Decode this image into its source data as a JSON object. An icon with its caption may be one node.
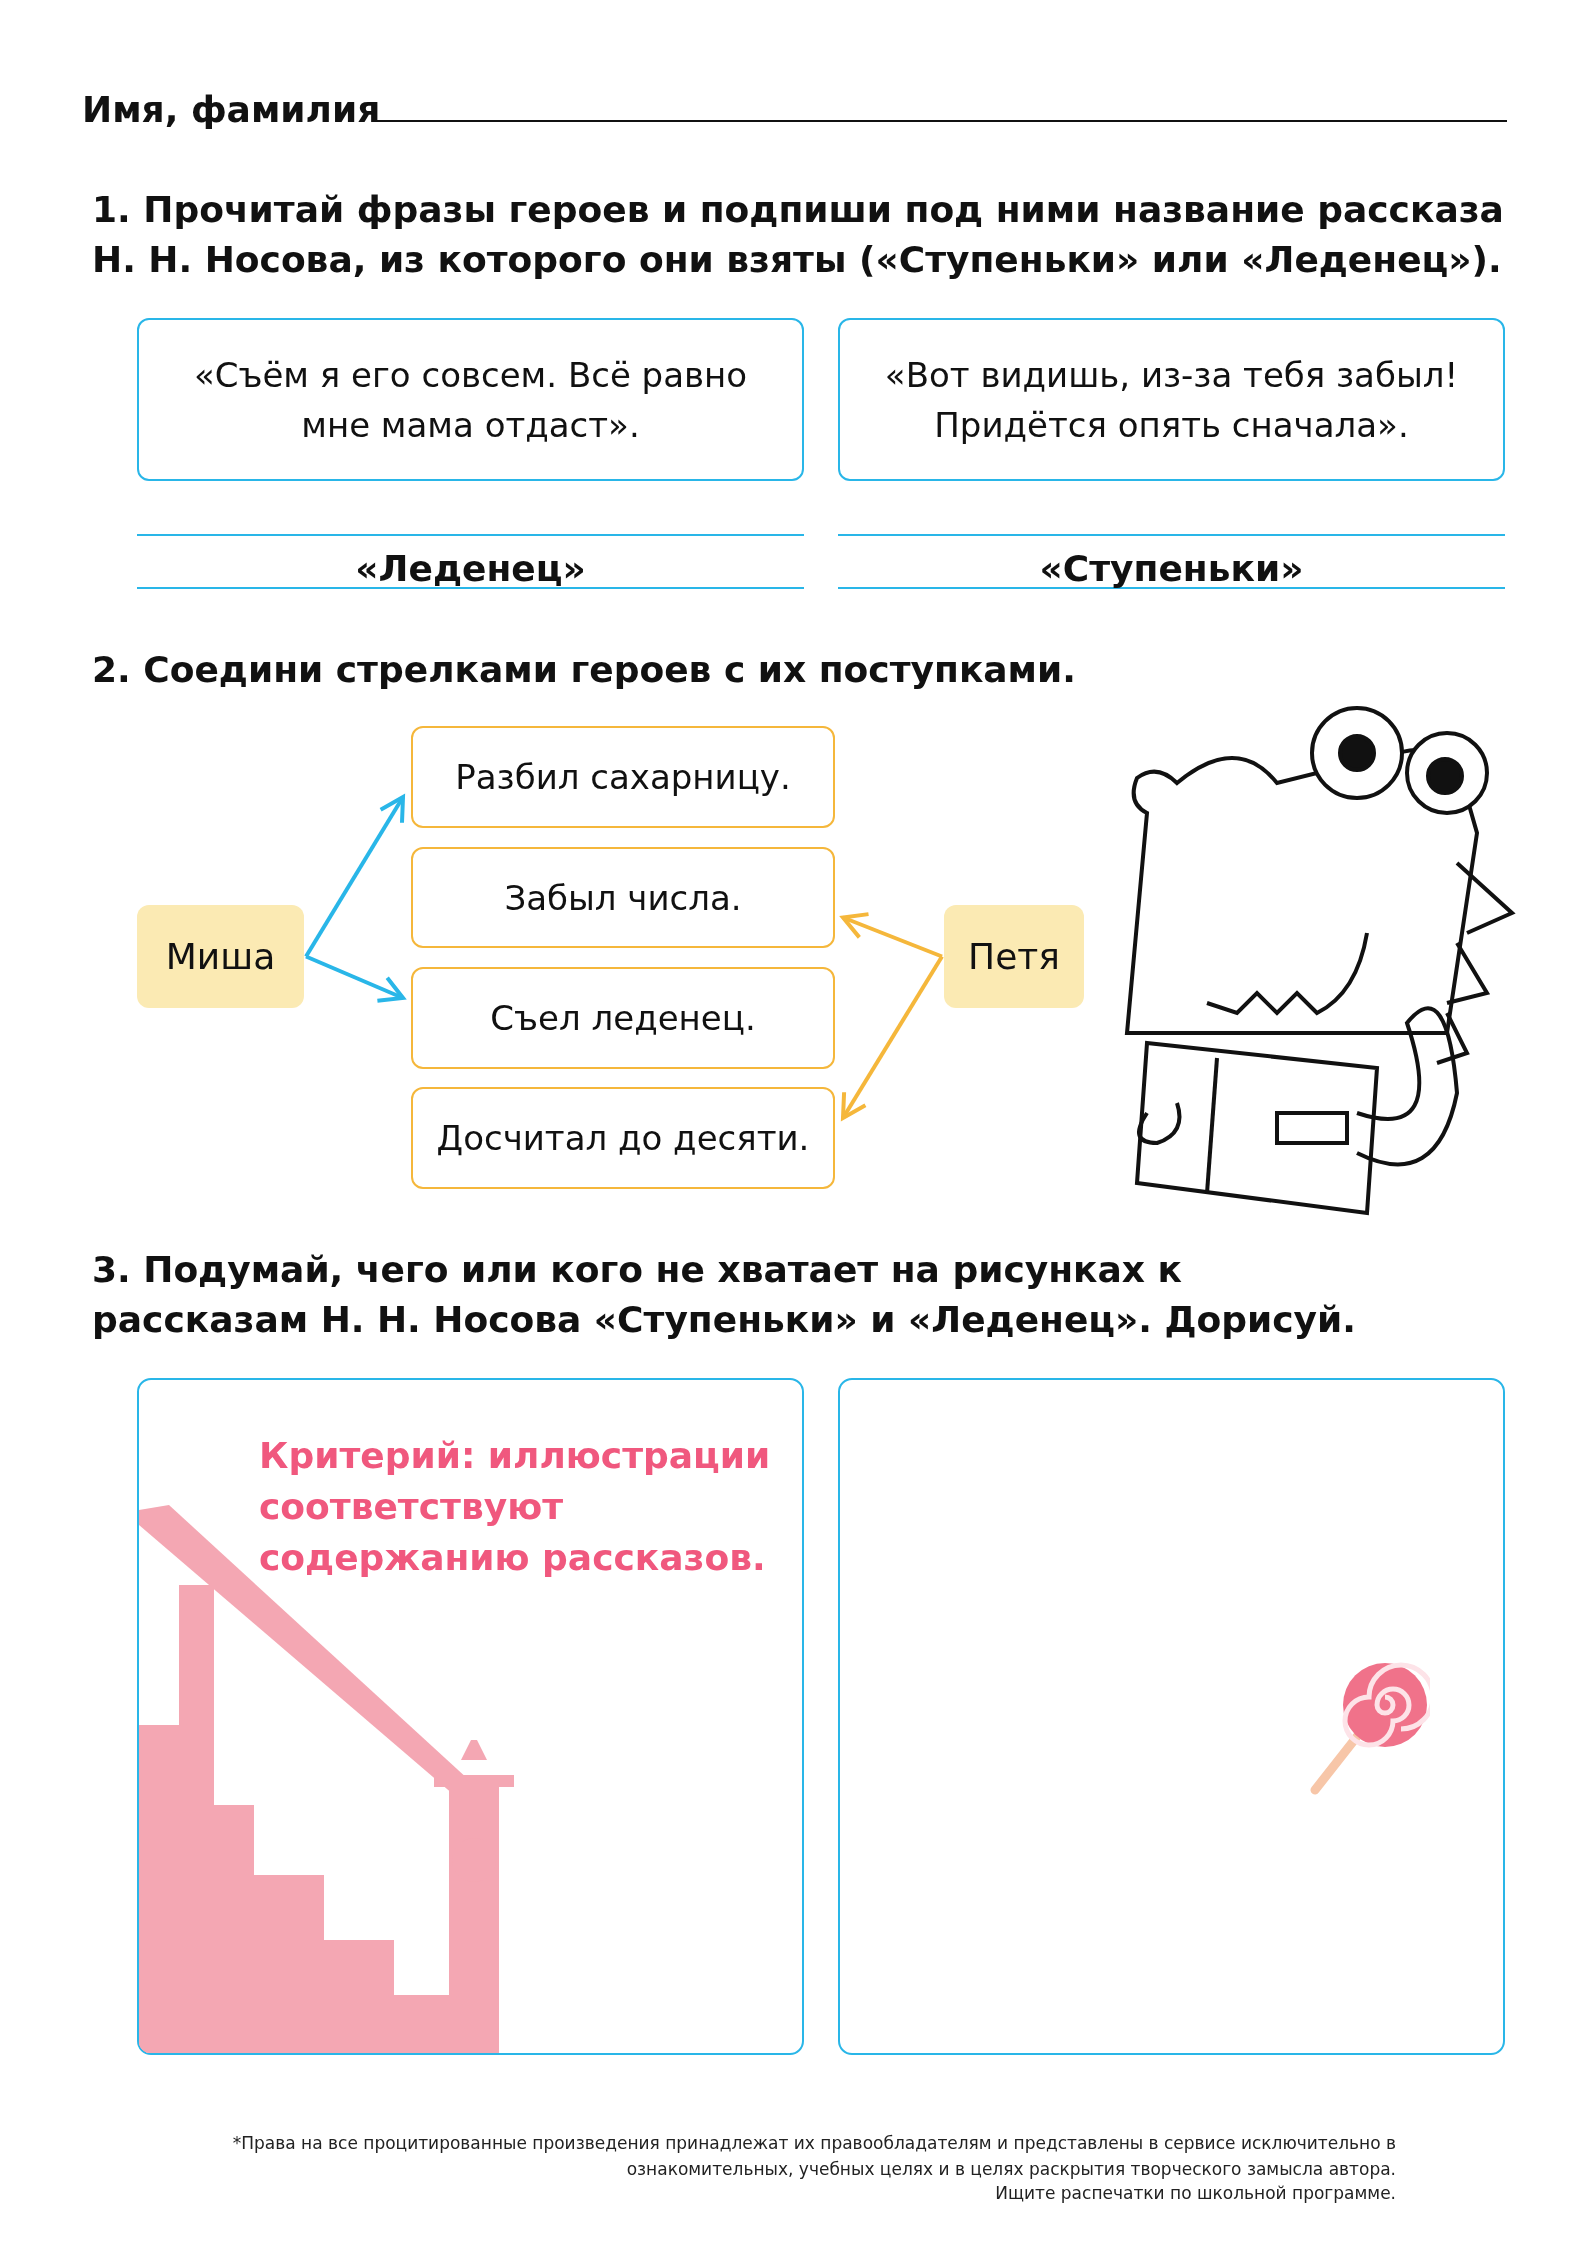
{
  "diagram": {
    "nodes": [
      {
        "text": [
          "«Съём я его совсем. Всё равно мне мама отдаст»."
        ]
      },
      {
        "text": [
          "«Вот видишь, из-за тебя забыл! Придётся опять сначала»."
        ]
      },
      {
        "text": [
          "Миша"
        ]
      },
      {
        "text": [
          "Разбил сахарницу."
        ]
      },
      {
        "text": [
          "Забыл числа."
        ]
      },
      {
        "text": [
          "Съел леденец."
        ]
      },
      {
        "text": [
          "Досчитал до десяти."
        ]
      },
      {
        "text": [
          "Петя"
        ]
      },
      {
        "text": [
          "Критерий: иллюстрации соответствуют содержанию рассказов."
        ]
      },
      {
        "text": [],
        "shape": "box"
      }
    ],
    "edges": [
      {
        "from": 2,
        "to": 3,
        "arrow": "to",
        "color": "#29b6e8"
      },
      {
        "from": 2,
        "to": 5,
        "arrow": "to",
        "color": "#29b6e8"
      },
      {
        "from": 7,
        "to": 4,
        "arrow": "to",
        "color": "#f5b73b"
      },
      {
        "from": 7,
        "to": 6,
        "arrow": "to",
        "color": "#f5b73b"
      }
    ],
    "labels": [
      "Имя, фамилия",
      "1. Прочитай фразы героев и подпиши под ними название рассказа Н. Н. Носова, из которого они взяты («Ступеньки» или «Леденец»).",
      "«Леденец»",
      "«Ступеньки»",
      "2. Соедини стрелками героев с их поступками.",
      "3. Подумай, чего или кого не хватает на рисунках к рассказам Н. Н. Носова «Ступеньки» и «Леденец». Дорисуй.",
      "*Права на все процитированные произведения принадлежат их правообладателям и представлены в сервисе исключительно в ознакомительных, учебных целях и в целях раскрытия творческого замысла автора.",
      "Ищите распечатки по школьной программе."
    ]
  }
}
